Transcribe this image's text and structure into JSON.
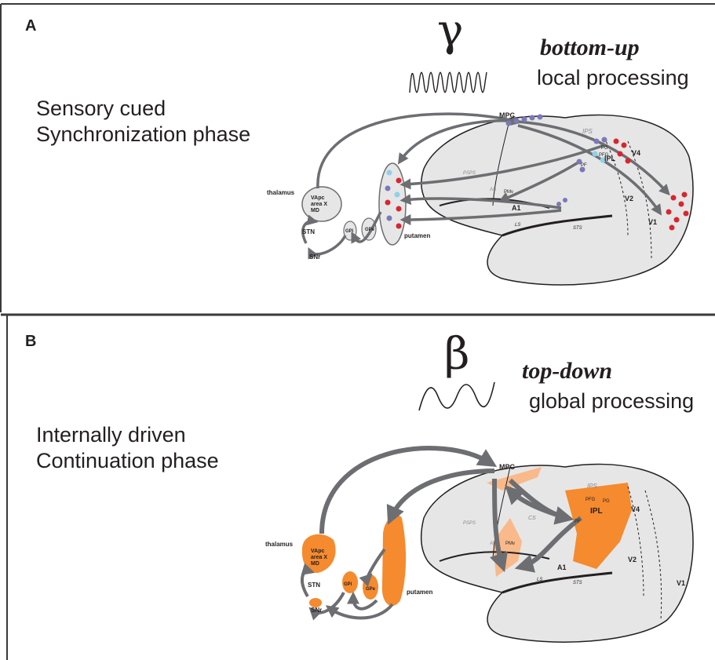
{
  "panels": [
    {
      "letter": "A",
      "description": [
        "Sensory cued",
        "Synchronization phase"
      ],
      "rhythm_symbol": "γ",
      "mode": "bottom-up",
      "processing": "local processing"
    },
    {
      "letter": "B",
      "description": [
        "Internally driven",
        "Continuation phase"
      ],
      "rhythm_symbol": "β",
      "mode": "top-down",
      "processing": "global processing"
    }
  ],
  "brain_labels": {
    "thalamus": "thalamus",
    "vapc": "VApc",
    "areax": "area X",
    "md": "MD",
    "stn": "STN",
    "snr": "SNr",
    "gpi": "GPi",
    "gpe": "GPe",
    "putamen": "putamen",
    "mpc": "MPC",
    "pmv": "PMv",
    "as": "AS",
    "psps": "PSPS",
    "cs": "CS",
    "ips": "IPS",
    "ipl": "IPL",
    "pf": "PF",
    "pfg": "PFG",
    "pg": "PG",
    "v4": "V4",
    "v2": "V2",
    "v1": "V1",
    "a1": "A1",
    "ls": "LS",
    "sts": "STS"
  },
  "colors": {
    "brain_fill": "#e6e6e6",
    "outline": "#231f20",
    "arrow": "#6d6e71",
    "dot_blue": "#7b79b8",
    "dot_red": "#d7262e",
    "dot_cyan": "#8fd0ec",
    "orange": "#f58a2e",
    "light_orange": "#f9b98a"
  }
}
